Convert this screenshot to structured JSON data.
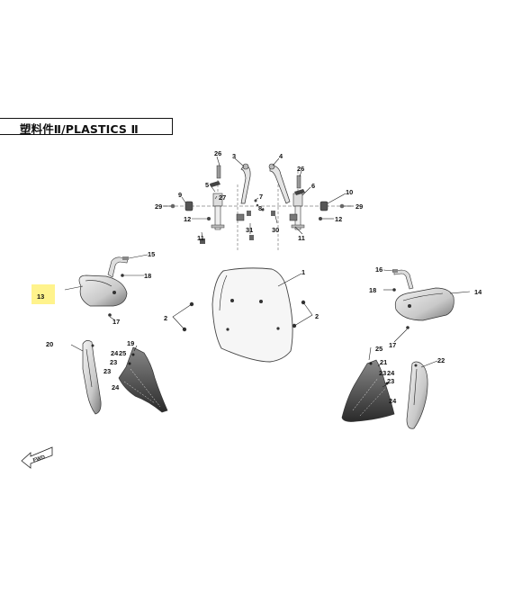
{
  "header": {
    "title": "塑料件Ⅱ/PLASTICS Ⅱ"
  },
  "highlight": {
    "part": "13",
    "color": "#fff38c"
  },
  "fwd_label": "FWD",
  "callouts": {
    "c1": "1",
    "c2a": "2",
    "c2b": "2",
    "c3": "3",
    "c4": "4",
    "c5": "5",
    "c6": "6",
    "c7": "7",
    "c8": "8",
    "c9": "9",
    "c10": "10",
    "c11a": "11",
    "c11b": "11",
    "c12a": "12",
    "c12b": "12",
    "c13": "13",
    "c14": "14",
    "c15": "15",
    "c16": "16",
    "c17a": "17",
    "c17b": "17",
    "c18a": "18",
    "c18b": "18",
    "c19": "19",
    "c20": "20",
    "c21": "21",
    "c22": "22",
    "c23a": "23",
    "c23b": "23",
    "c23c": "23",
    "c23d": "23",
    "c24a": "24",
    "c24b": "24",
    "c24c": "24",
    "c24d": "24",
    "c25a": "25",
    "c25b": "25",
    "c26a": "26",
    "c26b": "26",
    "c27": "27",
    "c29a": "29",
    "c29b": "29",
    "c30": "30",
    "c31": "31"
  }
}
